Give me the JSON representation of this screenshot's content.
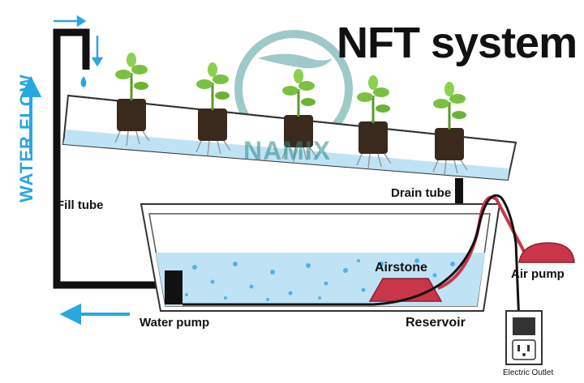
{
  "title": "NFT system",
  "watermark": "NAMIX",
  "labels": {
    "water_flow": "WATER FLOW",
    "fill_tube": "Fill tube",
    "drain_tube": "Drain tube",
    "airstone": "Airstone",
    "air_pump": "Air pump",
    "water_pump": "Water pump",
    "reservoir": "Reservoir",
    "electric_outlet": "Electric Outlet"
  },
  "colors": {
    "water": "#bfe3f5",
    "flow_arrow": "#2aa6e0",
    "pump_red": "#d63a4a",
    "watermark": "#2c8a86"
  }
}
